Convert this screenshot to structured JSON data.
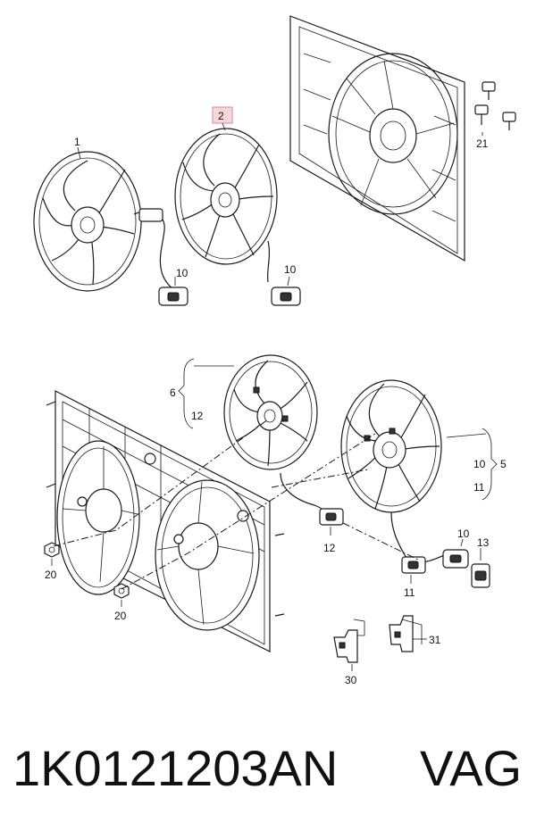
{
  "callouts": {
    "c1": "1",
    "c2": "2",
    "c10a": "10",
    "c10b": "10",
    "c21": "21",
    "c6": "6",
    "c12a": "12",
    "c10c": "10",
    "c5": "5",
    "c11a": "11",
    "c12b": "12",
    "c10d": "10",
    "c13": "13",
    "c11b": "11",
    "c20a": "20",
    "c20b": "20",
    "c31": "31",
    "c30": "30"
  },
  "footer": {
    "part_number": "1K0121203AN",
    "brand": "VAG"
  },
  "colors": {
    "line": "#1a1a1a",
    "highlight": "#f5d6d9"
  }
}
